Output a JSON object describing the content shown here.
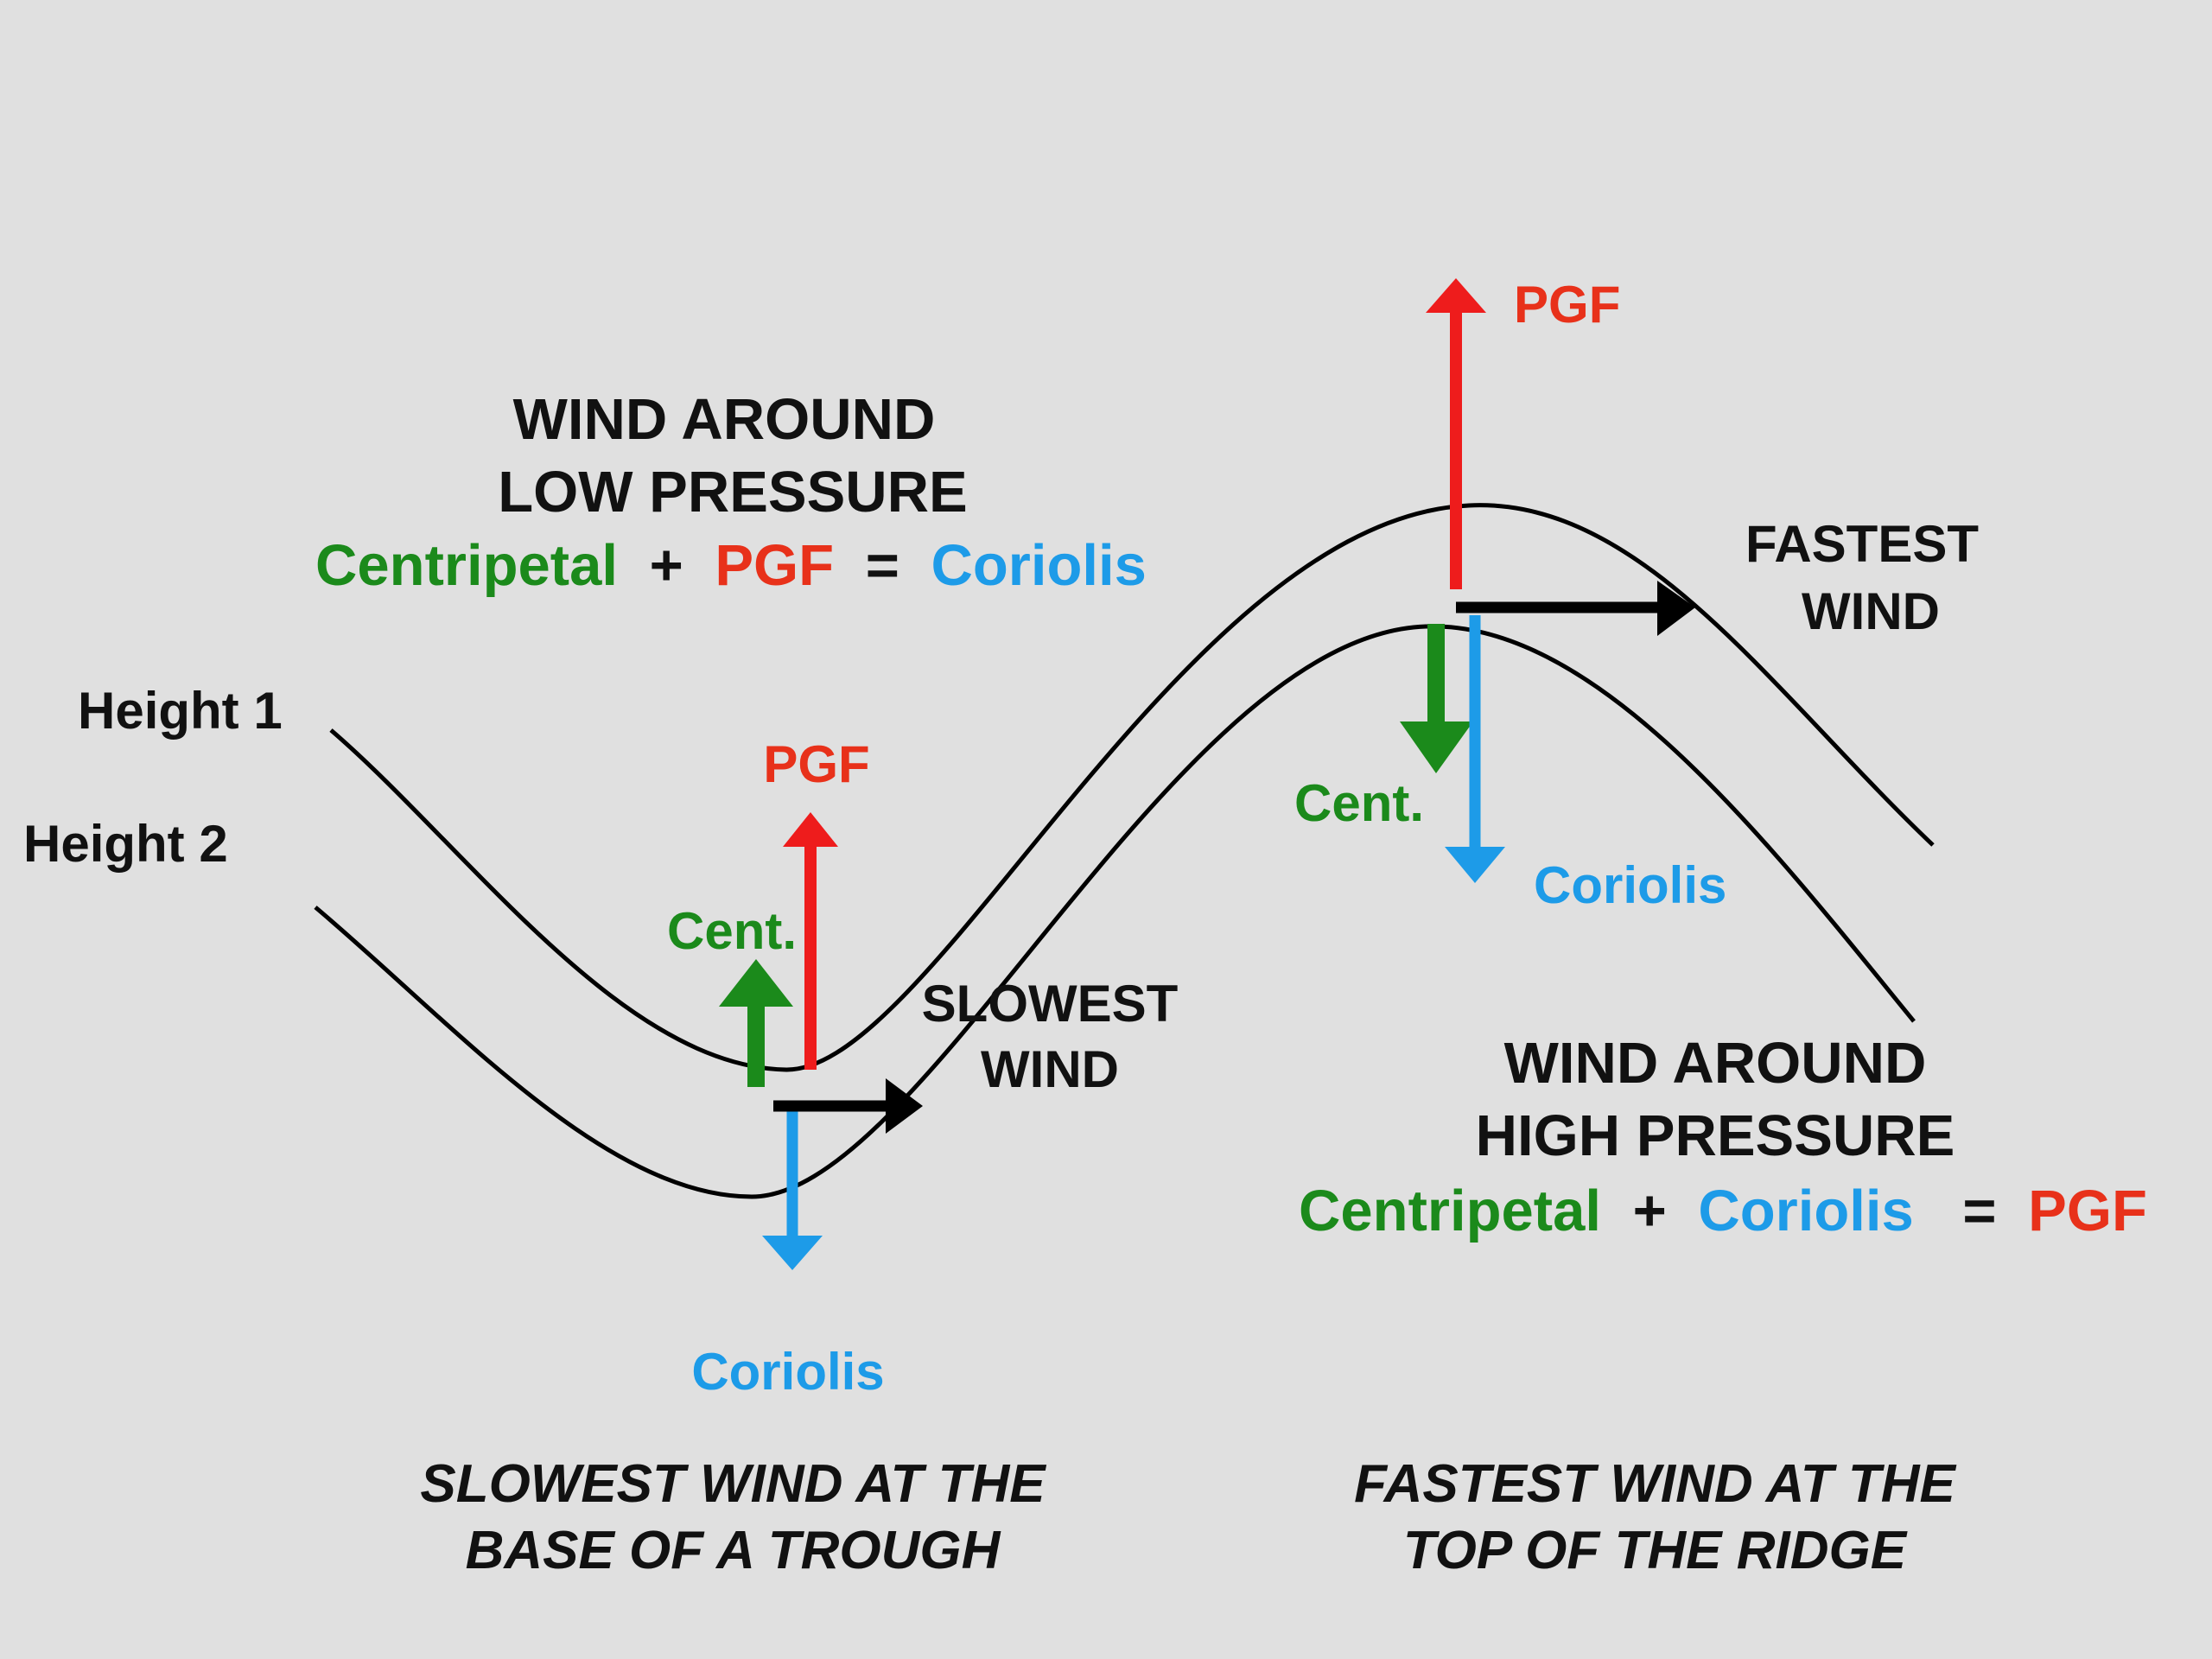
{
  "colors": {
    "background": "#e0e0e0",
    "line": "#000000",
    "pgf": "#e8311a",
    "pgf_arrow": "#ee1c1c",
    "centripetal": "#1b8a1b",
    "coriolis": "#1d9be8",
    "text": "#111111"
  },
  "lines": {
    "height1": "Height 1",
    "height2": "Height 2"
  },
  "low": {
    "title_line1": "WIND AROUND",
    "title_line2": "LOW PRESSURE",
    "eq_centripetal": "Centripetal",
    "eq_plus": "+",
    "eq_pgf": "PGF",
    "eq_equals": "=",
    "eq_coriolis": "Coriolis",
    "pgf_label": "PGF",
    "cent_label": "Cent.",
    "coriolis_label": "Coriolis",
    "wind_line1": "SLOWEST",
    "wind_line2": "WIND",
    "caption_line1": "SLOWEST WIND AT THE",
    "caption_line2": "BASE OF A TROUGH"
  },
  "high": {
    "title_line1": "WIND AROUND",
    "title_line2": "HIGH  PRESSURE",
    "eq_centripetal": "Centripetal",
    "eq_plus": "+",
    "eq_coriolis": "Coriolis",
    "eq_equals": "=",
    "eq_pgf": "PGF",
    "pgf_label": "PGF",
    "cent_label": "Cent.",
    "coriolis_label": "Coriolis",
    "wind_line1": "FASTEST",
    "wind_line2": "WIND",
    "caption_line1": "FASTEST WIND AT THE",
    "caption_line2": "TOP OF THE RIDGE"
  }
}
